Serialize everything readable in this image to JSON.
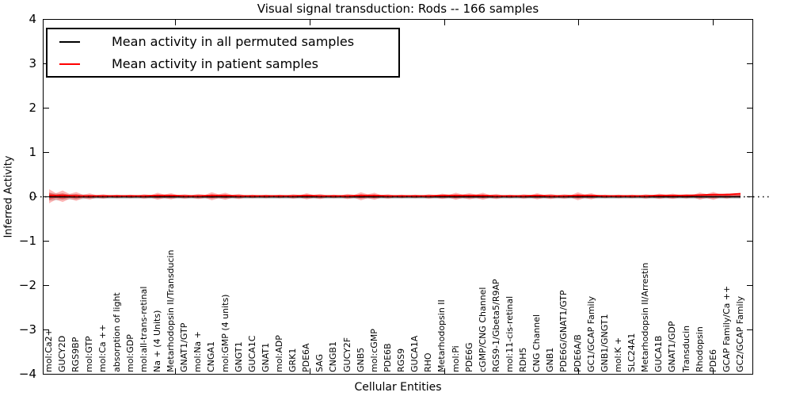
{
  "title": "Visual signal transduction: Rods -- 166 samples",
  "axes": {
    "xlabel": "Cellular Entities",
    "ylabel": "Inferred Activity",
    "ytick_labels": [
      "4",
      "3",
      "2",
      "1",
      "0",
      "−1",
      "−2",
      "−3",
      "−4"
    ]
  },
  "legend": {
    "items": [
      {
        "label": "Mean activity in all permuted samples",
        "color": "#000000"
      },
      {
        "label": "Mean activity in patient samples",
        "color": "#ff0000"
      }
    ]
  },
  "chart_data": {
    "type": "line",
    "title": "Visual signal transduction: Rods -- 166 samples",
    "xlabel": "Cellular Entities",
    "ylabel": "Inferred Activity",
    "ylim": [
      -4,
      4
    ],
    "yticks": [
      4,
      3,
      2,
      1,
      0,
      -1,
      -2,
      -3,
      -4
    ],
    "grid": false,
    "legend_position": "upper left",
    "zero_line": {
      "style": "dotted",
      "color": "#000000",
      "y": 0
    },
    "categories": [
      "mol:Ca2+",
      "GUCY2D",
      "RGS9BP",
      "mol:GTP",
      "mol:Ca ++",
      "absorption of light",
      "mol:GDP",
      "mol:all-trans-retinal",
      "Na + (4 Units)",
      "Metarhodopsin II/Transducin",
      "GNAT1/GTP",
      "mol:Na +",
      "CNGA1",
      "mol:GMP (4 units)",
      "GNGT1",
      "GUCA1C",
      "GNAT1",
      "mol:ADP",
      "GRK1",
      "PDE6A",
      "SAG",
      "CNGB1",
      "GUCY2F",
      "GNB5",
      "mol:cGMP",
      "PDE6B",
      "RGS9",
      "GUCA1A",
      "RHO",
      "Metarhodopsin II",
      "mol:Pi",
      "PDE6G",
      "cGMP/CNG Channel",
      "RGS9-1/Gbeta5/R9AP",
      "mol:11-cis-retinal",
      "RDH5",
      "CNG Channel",
      "GNB1",
      "PDE6G/GNAT1/GTP",
      "PDE6A/B",
      "GC1/GCAP Family",
      "GNB1/GNGT1",
      "mol:K +",
      "SLC24A1",
      "Metarhodopsin II/Arrestin",
      "GUCA1B",
      "GNAT1/GDP",
      "Transducin",
      "Rhodopsin",
      "PDE6",
      "GCAP Family/Ca ++",
      "GC2/GCAP Family"
    ],
    "series": [
      {
        "name": "Mean activity in all permuted samples",
        "color": "#000000",
        "values": [
          0,
          0,
          0,
          0,
          0,
          0,
          0,
          0,
          0,
          0,
          0,
          0,
          0,
          0,
          0,
          0,
          0,
          0,
          0,
          0,
          0,
          0,
          0,
          0,
          0,
          0,
          0,
          0,
          0,
          0,
          0,
          0,
          0,
          0,
          0,
          0,
          0,
          0,
          0,
          0,
          0,
          0,
          0,
          0,
          0,
          0,
          0,
          0,
          0,
          0,
          0,
          0
        ]
      },
      {
        "name": "Mean activity in patient samples",
        "color": "#ff0000",
        "values": [
          0.03,
          0.03,
          0.02,
          0.02,
          0.02,
          0.02,
          0.02,
          0.02,
          0.03,
          0.03,
          0.02,
          0.02,
          0.03,
          0.03,
          0.02,
          0.02,
          0.02,
          0.02,
          0.02,
          0.03,
          0.02,
          0.02,
          0.02,
          0.03,
          0.03,
          0.02,
          0.02,
          0.02,
          0.02,
          0.03,
          0.03,
          0.03,
          0.03,
          0.02,
          0.02,
          0.02,
          0.03,
          0.02,
          0.02,
          0.03,
          0.03,
          0.02,
          0.02,
          0.02,
          0.02,
          0.03,
          0.03,
          0.03,
          0.04,
          0.05,
          0.05,
          0.07
        ]
      }
    ],
    "bands": [
      {
        "name": "patient samples spread",
        "color": "rgba(255,0,0,0.28)",
        "half_widths": [
          0.16,
          0.13,
          0.1,
          0.07,
          0.05,
          0.04,
          0.04,
          0.05,
          0.08,
          0.07,
          0.05,
          0.06,
          0.09,
          0.08,
          0.06,
          0.04,
          0.04,
          0.04,
          0.05,
          0.07,
          0.06,
          0.04,
          0.06,
          0.09,
          0.08,
          0.05,
          0.04,
          0.04,
          0.05,
          0.06,
          0.08,
          0.07,
          0.08,
          0.06,
          0.04,
          0.05,
          0.07,
          0.06,
          0.05,
          0.09,
          0.07,
          0.04,
          0.04,
          0.04,
          0.05,
          0.06,
          0.06,
          0.05,
          0.08,
          0.09,
          0.06,
          0.05
        ]
      },
      {
        "name": "permuted samples spread",
        "color": "rgba(0,0,0,0.16)",
        "half_widths": [
          0.09,
          0.07,
          0.06,
          0.045,
          0.045,
          0.045,
          0.045,
          0.045,
          0.045,
          0.045,
          0.045,
          0.045,
          0.045,
          0.045,
          0.045,
          0.045,
          0.045,
          0.045,
          0.045,
          0.045,
          0.045,
          0.045,
          0.045,
          0.045,
          0.045,
          0.045,
          0.045,
          0.045,
          0.045,
          0.045,
          0.045,
          0.045,
          0.045,
          0.045,
          0.045,
          0.045,
          0.045,
          0.045,
          0.045,
          0.045,
          0.045,
          0.045,
          0.045,
          0.045,
          0.045,
          0.045,
          0.045,
          0.045,
          0.045,
          0.045,
          0.045,
          0.045
        ]
      }
    ]
  }
}
